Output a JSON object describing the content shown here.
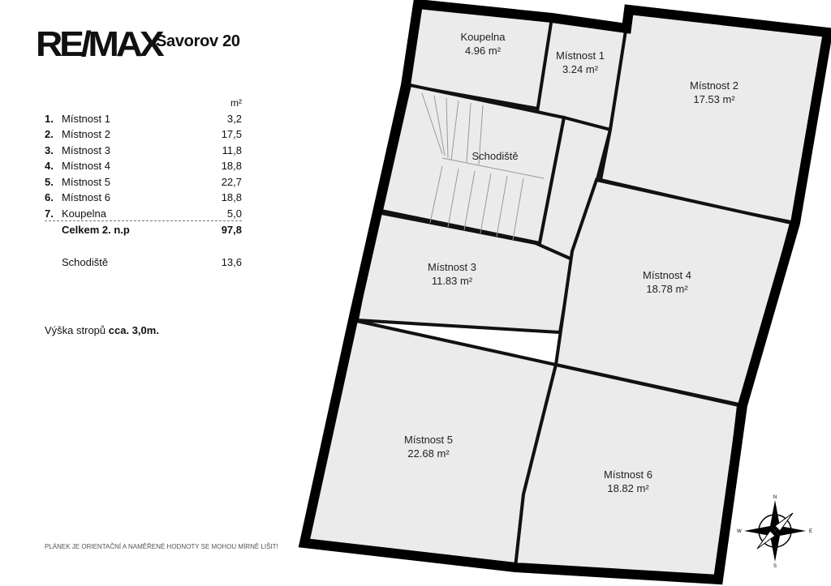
{
  "header": {
    "title": "Savorov 20",
    "logo": "RE/MAX"
  },
  "table": {
    "unit": "m²",
    "rows": [
      {
        "n": "1.",
        "label": "Místnost 1",
        "value": "3,2"
      },
      {
        "n": "2.",
        "label": "Místnost 2",
        "value": "17,5"
      },
      {
        "n": "3.",
        "label": "Místnost 3",
        "value": "11,8"
      },
      {
        "n": "4.",
        "label": "Místnost 4",
        "value": "18,8"
      },
      {
        "n": "5.",
        "label": "Místnost 5",
        "value": "22,7"
      },
      {
        "n": "6.",
        "label": "Místnost 6",
        "value": "18,8"
      },
      {
        "n": "7.",
        "label": "Koupelna",
        "value": "5,0"
      }
    ],
    "total": {
      "label": "Celkem 2. n.p",
      "value": "97,8"
    },
    "stairs": {
      "label": "Schodiště",
      "value": "13,6"
    }
  },
  "ceiling": {
    "label": "Výška stropů",
    "value": "cca. 3,0m."
  },
  "note": "PLÁNEK JE ORIENTAČNÍ A NAMĚŘENÉ HODNOTY SE MOHOU MÍRNĚ LIŠIT!",
  "rooms": {
    "koupelna": {
      "name": "Koupelna",
      "area": "4.96 m²"
    },
    "m1": {
      "name": "Místnost 1",
      "area": "3.24 m²"
    },
    "m2": {
      "name": "Místnost 2",
      "area": "17.53 m²"
    },
    "stairs": {
      "name": "Schodiště"
    },
    "m3": {
      "name": "Místnost 3",
      "area": "11.83 m²"
    },
    "m4": {
      "name": "Místnost 4",
      "area": "18.78 m²"
    },
    "m5": {
      "name": "Místnost 5",
      "area": "22.68 m²"
    },
    "m6": {
      "name": "Místnost 6",
      "area": "18.82 m²"
    }
  },
  "compass": {
    "n": "N",
    "s": "S",
    "e": "E",
    "w": "W"
  }
}
